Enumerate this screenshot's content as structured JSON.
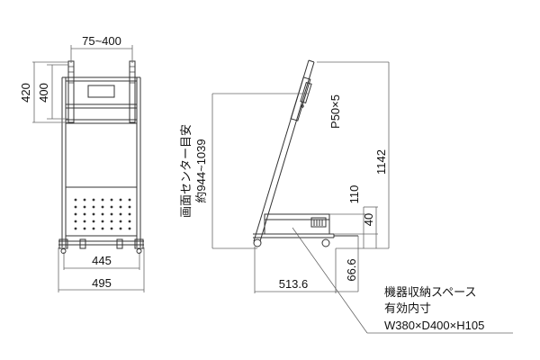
{
  "colors": {
    "line": "#333333",
    "thin": "#666666",
    "text": "#111111",
    "bg": "#ffffff"
  },
  "front_view": {
    "width_range": "75~400",
    "height_outer": "420",
    "height_inner": "400",
    "caster_span": "445",
    "overall_width": "495"
  },
  "side_view": {
    "screen_center": "画面センター目安",
    "screen_center_range": "約944~1039",
    "vesa_pitch": "P50×5",
    "total_height": "1142",
    "shelf_height": "110",
    "shelf_lower": "40",
    "depth": "513.6",
    "caster_offset": "66.6"
  },
  "storage_note": {
    "title": "機器収納スペース",
    "subtitle": "有効内寸",
    "dimensions": "W380×D400×H105"
  }
}
